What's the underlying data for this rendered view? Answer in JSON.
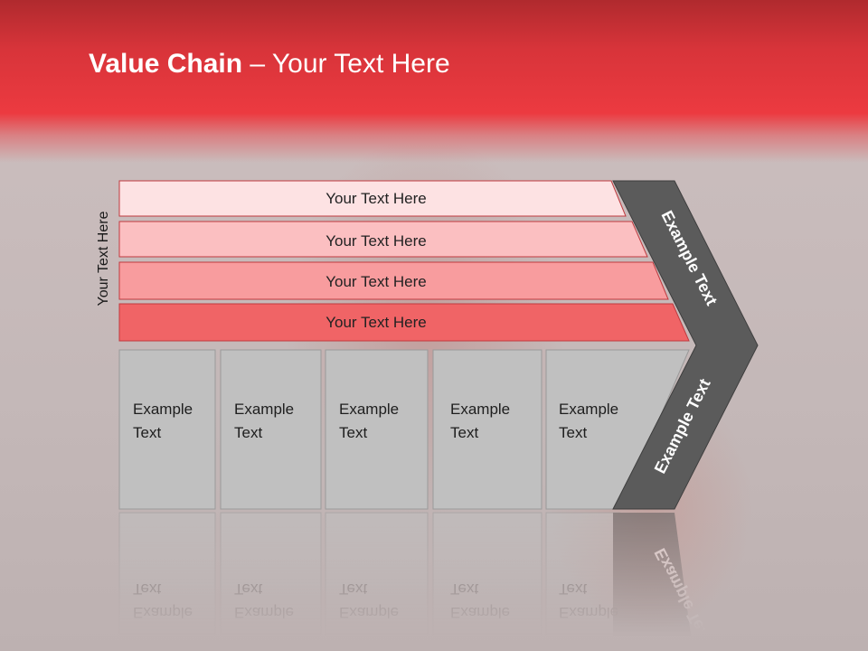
{
  "slide": {
    "title_bold": "Value Chain",
    "title_rest": " – Your Text Here",
    "side_label": "Your Text Here"
  },
  "bars": [
    {
      "label": "Your Text Here",
      "color": "#fde2e3"
    },
    {
      "label": "Your Text Here",
      "color": "#fbbfc1"
    },
    {
      "label": "Your Text Here",
      "color": "#f89c9e"
    },
    {
      "label": "Your Text Here",
      "color": "#f06466"
    }
  ],
  "columns": [
    {
      "line1": "Example",
      "line2": "Text"
    },
    {
      "line1": "Example",
      "line2": "Text"
    },
    {
      "line1": "Example",
      "line2": "Text"
    },
    {
      "line1": "Example",
      "line2": "Text"
    },
    {
      "line1": "Example",
      "line2": "Text"
    }
  ],
  "chevron": {
    "upper_label": "Example Text",
    "lower_label": "Example Text",
    "color": "#5b5b5b"
  },
  "colors": {
    "header": "#ec3a40",
    "column_fill": "#c0c0c0"
  }
}
